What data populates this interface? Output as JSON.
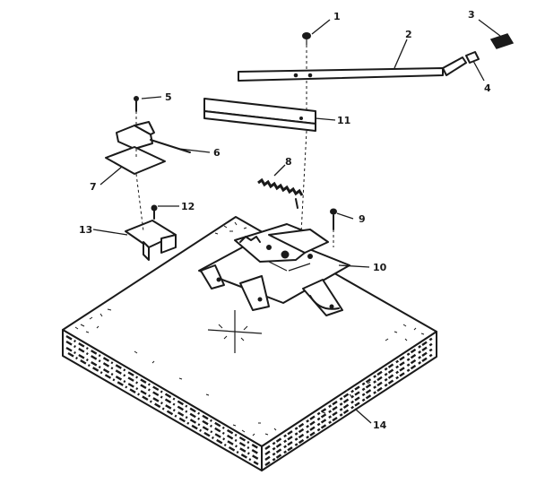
{
  "diagram": {
    "callouts": [
      {
        "id": "c1",
        "label": "1"
      },
      {
        "id": "c2",
        "label": "2"
      },
      {
        "id": "c3",
        "label": "3"
      },
      {
        "id": "c4",
        "label": "4"
      },
      {
        "id": "c5",
        "label": "5"
      },
      {
        "id": "c6",
        "label": "6"
      },
      {
        "id": "c7",
        "label": "7"
      },
      {
        "id": "c8",
        "label": "8"
      },
      {
        "id": "c9",
        "label": "9"
      },
      {
        "id": "c10",
        "label": "10"
      },
      {
        "id": "c11",
        "label": "11"
      },
      {
        "id": "c12",
        "label": "12"
      },
      {
        "id": "c13",
        "label": "13"
      },
      {
        "id": "c14",
        "label": "14"
      }
    ],
    "colors": {
      "ink": "#1a1a1a",
      "paper": "#ffffff"
    }
  }
}
